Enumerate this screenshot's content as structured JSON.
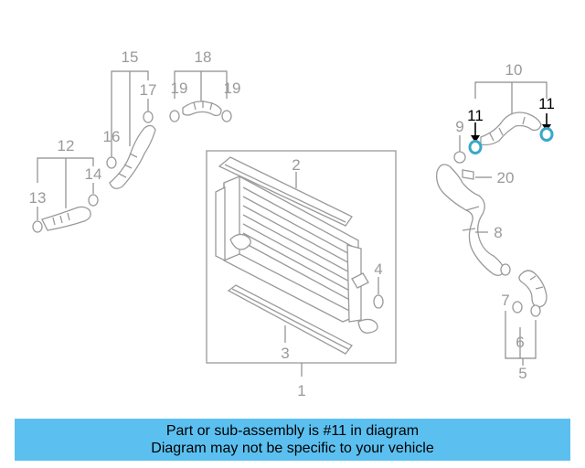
{
  "diagram": {
    "labels": {
      "l1": "1",
      "l2": "2",
      "l3": "3",
      "l4": "4",
      "l5": "5",
      "l6": "6",
      "l7": "7",
      "l8": "8",
      "l9": "9",
      "l10": "10",
      "l11a": "11",
      "l11b": "11",
      "l12": "12",
      "l13": "13",
      "l14": "14",
      "l15": "15",
      "l16": "16",
      "l17": "17",
      "l18": "18",
      "l19a": "19",
      "l19b": "19",
      "l20": "20"
    },
    "highlight_color": "#3aa7c9"
  },
  "banner": {
    "line1": "Part or sub-assembly is #11 in diagram",
    "line2": "Diagram may not be specific to your vehicle",
    "color": "#5bc0f0"
  }
}
